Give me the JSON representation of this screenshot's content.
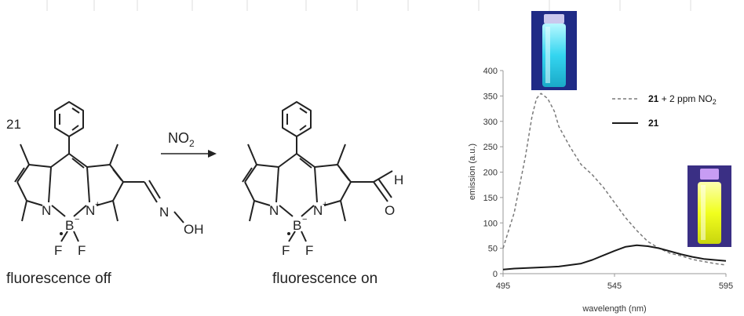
{
  "scheme": {
    "compound_number": "21",
    "reagent_text": "NO",
    "reagent_subscript": "2",
    "left_caption": "fluorescence off",
    "right_caption": "fluorescence on",
    "atoms": {
      "nitrogen": "N",
      "boron": "B",
      "fluorine": "F",
      "hydrogen": "H",
      "oxygen": "O",
      "oxime_oh": "OH",
      "plus": "+",
      "minus": "−"
    }
  },
  "photos": {
    "left_vial_glow": "#34d5f0",
    "right_vial_glow": "#f1ff1e",
    "vial_background": "#1f2b86"
  },
  "chart_data": {
    "type": "line",
    "xlabel": "wavelength (nm)",
    "ylabel": "emission (a.u.)",
    "xlim": [
      495,
      595
    ],
    "ylim": [
      0,
      400
    ],
    "xticks": [
      495,
      545,
      595
    ],
    "yticks": [
      0,
      50,
      100,
      150,
      200,
      250,
      300,
      350,
      400
    ],
    "grid": false,
    "legend_position": "top-right",
    "series": [
      {
        "name": "21 + 2 ppm NO2",
        "legend_bold": "21",
        "legend_rest": " + 2 ppm NO",
        "legend_sub": "2",
        "style": "dashed",
        "color": "#7a7a7a",
        "x": [
          495,
          500,
          505,
          508,
          510,
          512,
          515,
          518,
          520,
          525,
          530,
          535,
          540,
          545,
          550,
          555,
          560,
          565,
          570,
          575,
          580,
          585,
          590,
          595
        ],
        "y": [
          50,
          120,
          230,
          310,
          345,
          355,
          345,
          320,
          290,
          250,
          215,
          195,
          170,
          140,
          110,
          85,
          63,
          50,
          40,
          35,
          28,
          24,
          20,
          17
        ]
      },
      {
        "name": "21",
        "legend_bold": "21",
        "style": "solid",
        "color": "#1a1a1a",
        "x": [
          495,
          500,
          505,
          510,
          515,
          520,
          525,
          530,
          535,
          540,
          545,
          550,
          555,
          560,
          565,
          570,
          575,
          580,
          585,
          590,
          595
        ],
        "y": [
          8,
          10,
          11,
          12,
          13,
          14,
          17,
          20,
          27,
          36,
          45,
          53,
          56,
          54,
          50,
          44,
          38,
          33,
          29,
          27,
          25
        ]
      }
    ]
  }
}
